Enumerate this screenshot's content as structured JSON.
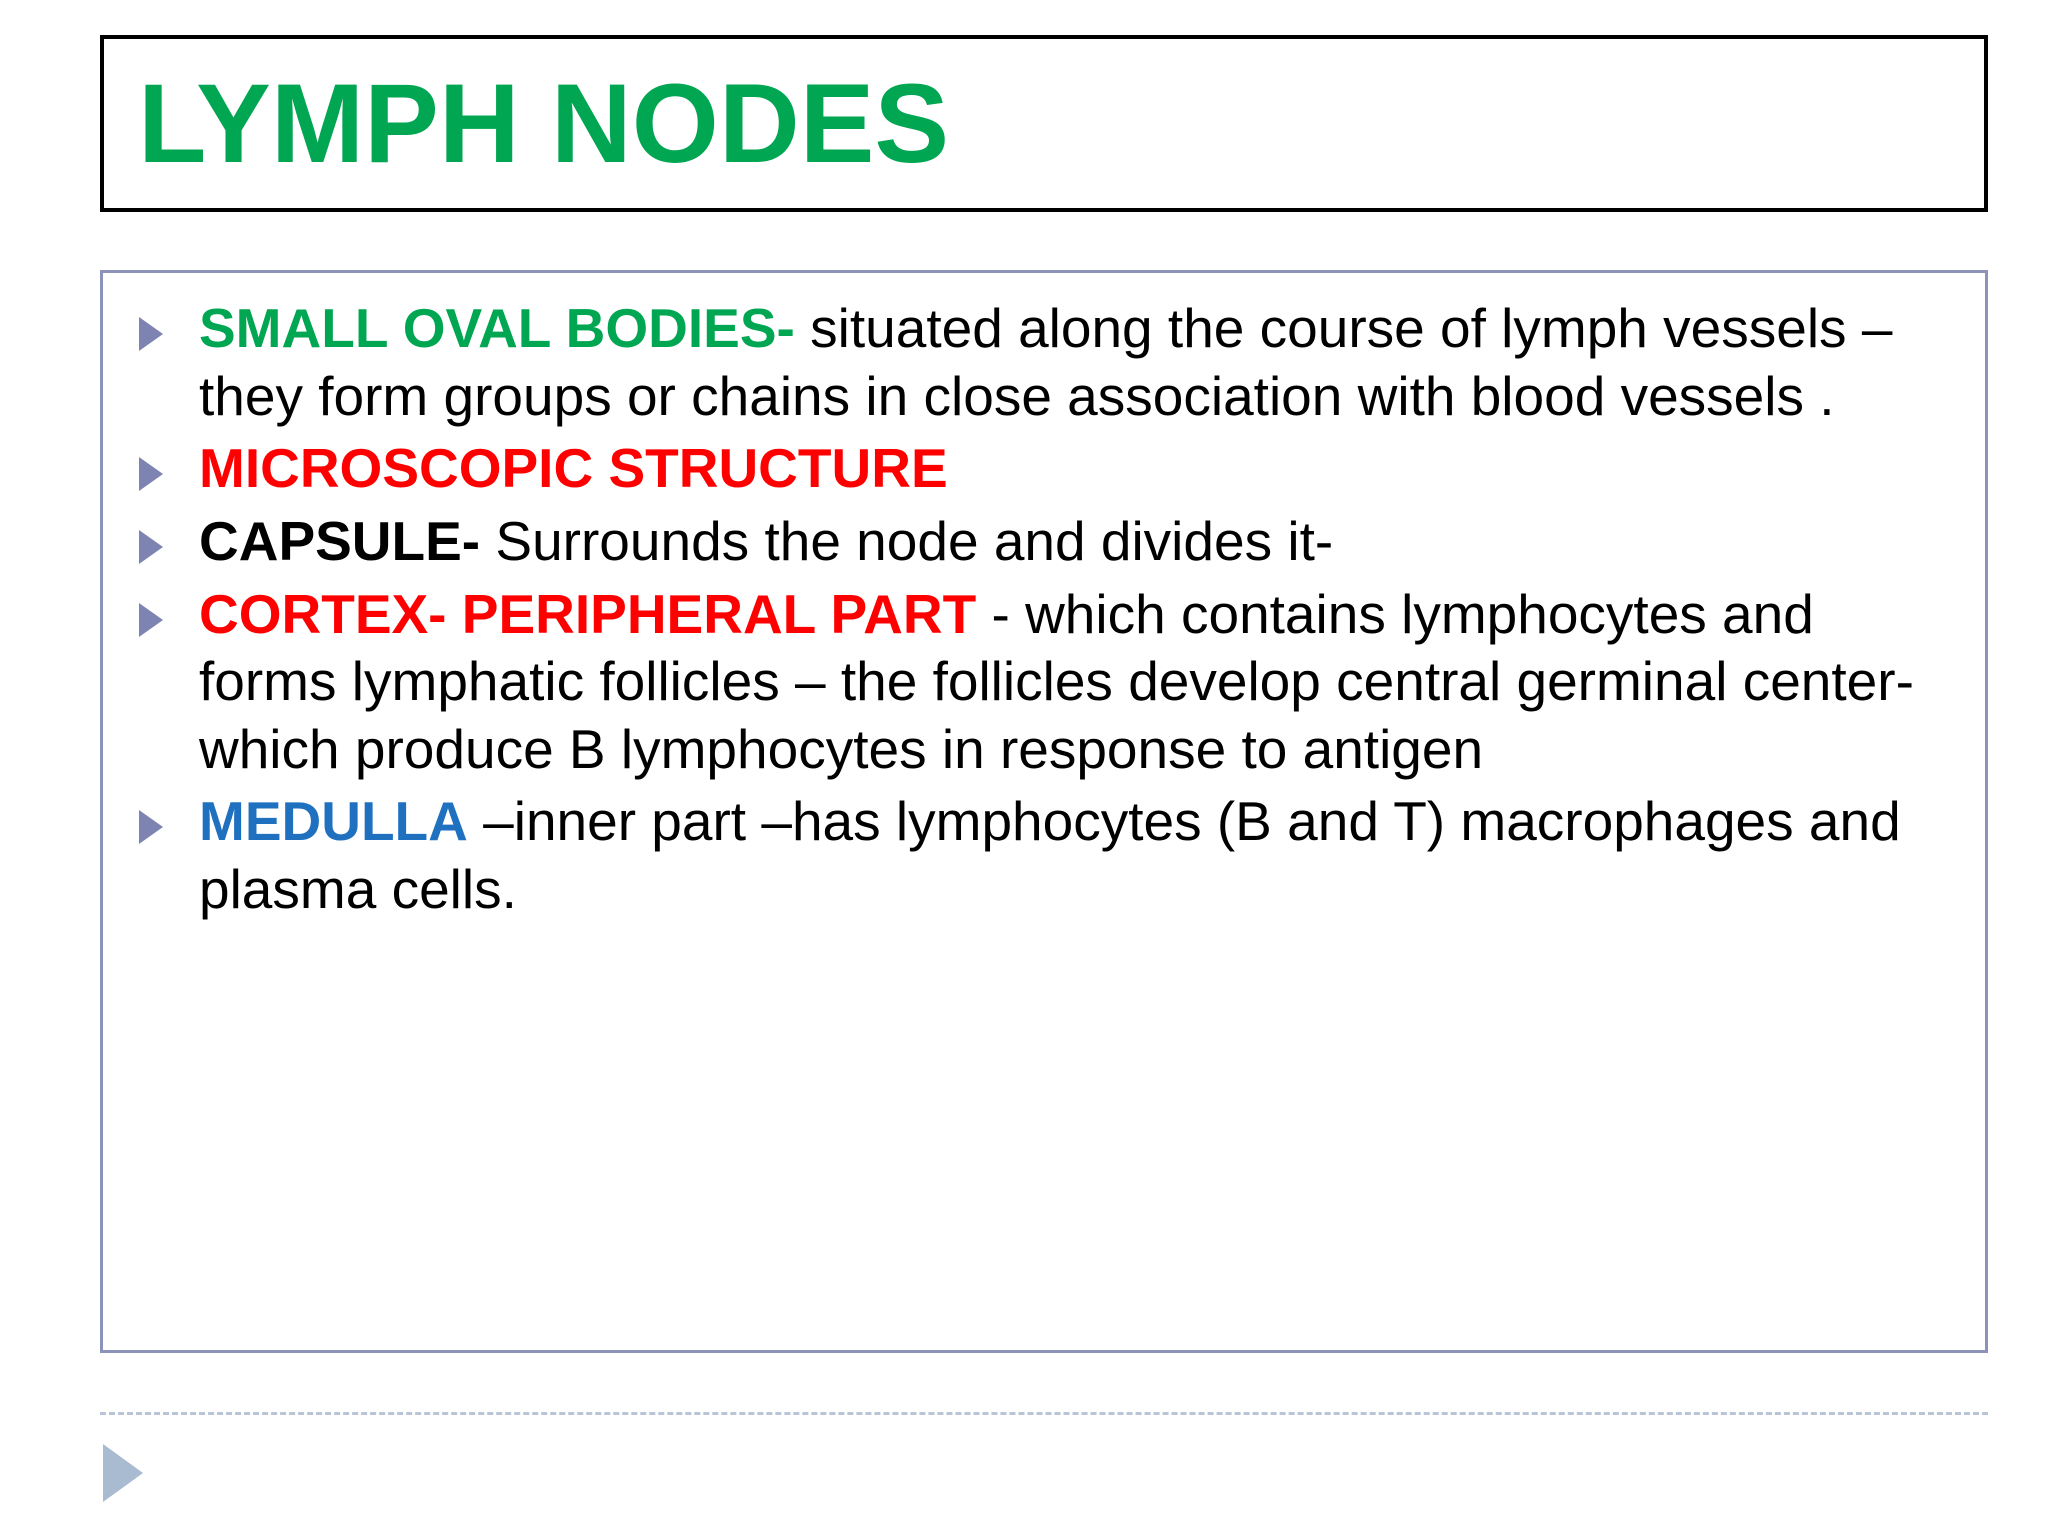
{
  "slide": {
    "title": "LYMPH NODES",
    "title_color": "#00A651",
    "content_border_color": "#8D92B8",
    "bullet_marker_color": "#7D84B2",
    "footer_marker_color": "#A8BBD0",
    "footer_divider_color": "#B9C4D6"
  },
  "bullets": [
    {
      "lead": "SMALL OVAL BODIES-",
      "lead_style": "green",
      "rest": " situated along the course of lymph vessels – they form groups or chains in close association with blood vessels ."
    },
    {
      "lead": "MICROSCOPIC STRUCTURE",
      "lead_style": "red",
      "rest": ""
    },
    {
      "lead": "CAPSULE-",
      "lead_style": "bold",
      "rest": " Surrounds the node and divides it-"
    },
    {
      "lead": "CORTEX- PERIPHERAL PART",
      "lead_style": "red",
      "rest": " -  which contains lymphocytes and forms lymphatic follicles – the follicles develop central germinal center- which produce B lymphocytes in response to antigen"
    },
    {
      "lead": "MEDULLA",
      "lead_style": "blue",
      "rest": " –inner part –has lymphocytes (B and T) macrophages and plasma cells."
    }
  ]
}
